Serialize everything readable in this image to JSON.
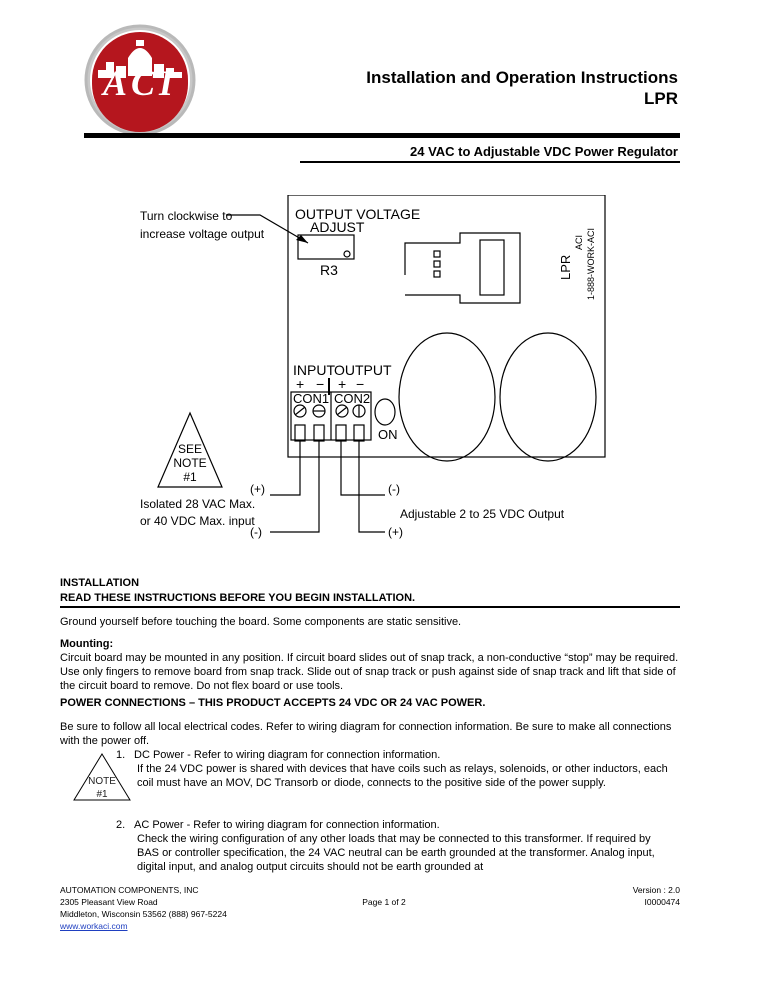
{
  "header": {
    "logo_text": "ACI",
    "title_line1": "Installation and Operation Instructions",
    "title_line2": "LPR",
    "subtitle": "24 VAC to Adjustable VDC Power Regulator"
  },
  "diagram": {
    "callout_adjust_1": "Turn clockwise to",
    "callout_adjust_2": "increase voltage output",
    "output_voltage": "OUTPUT VOLTAGE",
    "adjust": "ADJUST",
    "r3": "R3",
    "lpr": "LPR",
    "aci": "ACI",
    "phone": "1-888-WORK-ACI",
    "input": "INPUT",
    "output": "OUTPUT",
    "plus": "+",
    "minus": "−",
    "con1": "CON1",
    "con2": "CON2",
    "on": "ON",
    "see": "SEE",
    "note": "NOTE",
    "note_num": "#1",
    "in_plus": "(+)",
    "in_minus": "(-)",
    "out_minus": "(-)",
    "out_plus": "(+)",
    "iso_line1": "Isolated 28 VAC Max.",
    "iso_line2": "or 40 VDC Max. input",
    "adj_out": "Adjustable 2 to 25 VDC Output"
  },
  "installation": {
    "heading": "INSTALLATION",
    "read_first": "READ THESE INSTRUCTIONS BEFORE YOU BEGIN INSTALLATION.",
    "ground": "Ground yourself before touching the board.  Some components are static sensitive.",
    "mounting_heading": "Mounting:",
    "mounting_text": "Circuit board may be mounted in any position.  If circuit board slides out of snap track, a non-conductive “stop” may be required.  Use only fingers to remove board from snap track.  Slide out of snap track or push against side of snap track and lift that side of the circuit board to remove.  Do not flex board or use tools.",
    "power_heading": "POWER CONNECTIONS – THIS PRODUCT ACCEPTS 24 VDC OR 24 VAC POWER.",
    "power_text": "Be sure to follow all local electrical codes.  Refer to wiring diagram for connection information.  Be sure to make all connections with the power off.",
    "item1_num": "1.",
    "item1_title": " DC Power - Refer to wiring diagram for connection information.",
    "item1_text": "If the 24 VDC power is shared with devices that have coils such as relays, solenoids, or other inductors, each coil must have an MOV, DC Transorb or diode, connects to the positive side of the power supply.",
    "note_label": "NOTE",
    "note_num": "#1",
    "item2_num": "2.",
    "item2_title": " AC Power - Refer to wiring diagram for connection information.",
    "item2_text": "Check the wiring configuration of any other loads that may be connected to this transformer. If required by BAS or controller specification, the 24 VAC neutral can be earth grounded at the transformer. Analog input, digital input, and analog output circuits should not be earth grounded at"
  },
  "footer": {
    "company": "AUTOMATION COMPONENTS, INC",
    "address": "2305 Pleasant View Road",
    "city": "Middleton, Wisconsin 53562 (888) 967-5224",
    "website": "www.workaci.com",
    "page": "Page 1 of 2",
    "version": "Version : 2.0",
    "doc_id": "I0000474"
  }
}
